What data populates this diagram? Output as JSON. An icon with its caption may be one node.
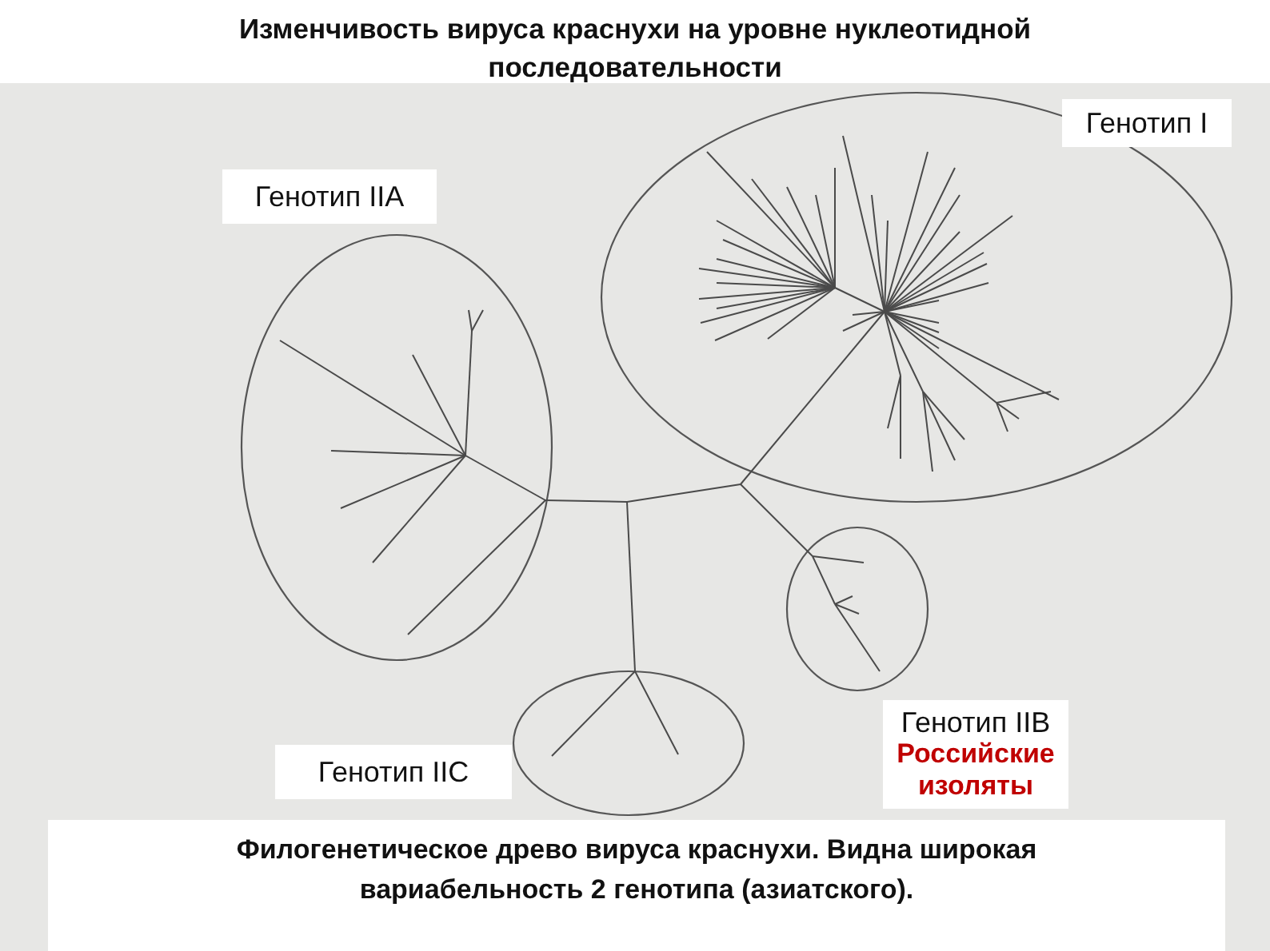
{
  "diagram": {
    "title": "Изменчивость вируса краснухи на уровне нуклеотидной последовательности",
    "nodes": [
      {
        "text": [
          "Генотип I"
        ]
      },
      {
        "text": [
          "Генотип IIA"
        ]
      },
      {
        "text": [
          "Генотип IIB",
          "Российские изоляты"
        ]
      },
      {
        "text": [
          "Генотип IIC"
        ]
      }
    ],
    "caption": "Филогенетическое древо вируса краснухи. Видна широкая вариабельность 2 генотипа (азиатского)."
  }
}
